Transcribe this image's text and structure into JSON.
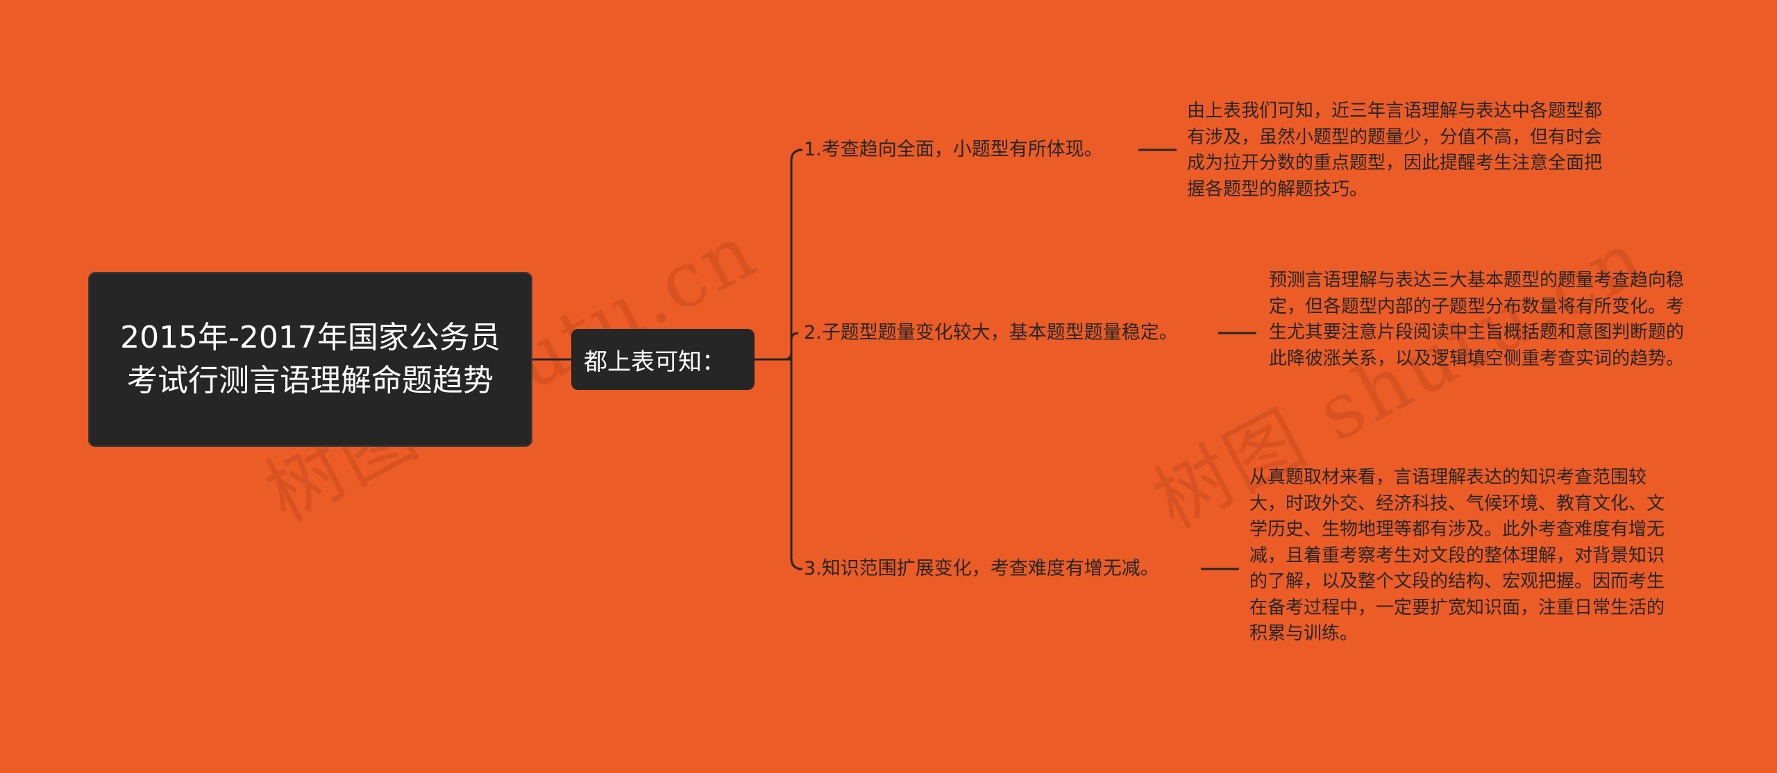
{
  "diagram": {
    "root": {
      "title": "2015年-2017年国家公务员考试行测言语理解命题趋势"
    },
    "hub": {
      "label": "都上表可知："
    },
    "branches": [
      {
        "label": "1.考查趋向全面，小题型有所体现。",
        "detail": "由上表我们可知，近三年言语理解与表达中各题型都有涉及，虽然小题型的题量少，分值不高，但有时会成为拉开分数的重点题型，因此提醒考生注意全面把握各题型的解题技巧。"
      },
      {
        "label": "2.子题型题量变化较大，基本题型题量稳定。",
        "detail": "预测言语理解与表达三大基本题型的题量考查趋向稳定，但各题型内部的子题型分布数量将有所变化。考生尤其要注意片段阅读中主旨概括题和意图判断题的此降彼涨关系，以及逻辑填空侧重考查实词的趋势。"
      },
      {
        "label": "3.知识范围扩展变化，考查难度有增无减。",
        "detail": "从真题取材来看，言语理解表达的知识考查范围较大，时政外交、经济科技、气候环境、教育文化、文学历史、生物地理等都有涉及。此外考查难度有增无减，且着重考察考生对文段的整体理解，对背景知识的了解，以及整个文段的结构、宏观把握。因而考生在备考过程中，一定要扩宽知识面，注重日常生活的积累与训练。"
      }
    ]
  },
  "colors": {
    "background": "#EC5C27",
    "node_fill": "#262626",
    "line": "#262626",
    "text_dark": "#262626",
    "text_light": "#FFFFFF"
  }
}
